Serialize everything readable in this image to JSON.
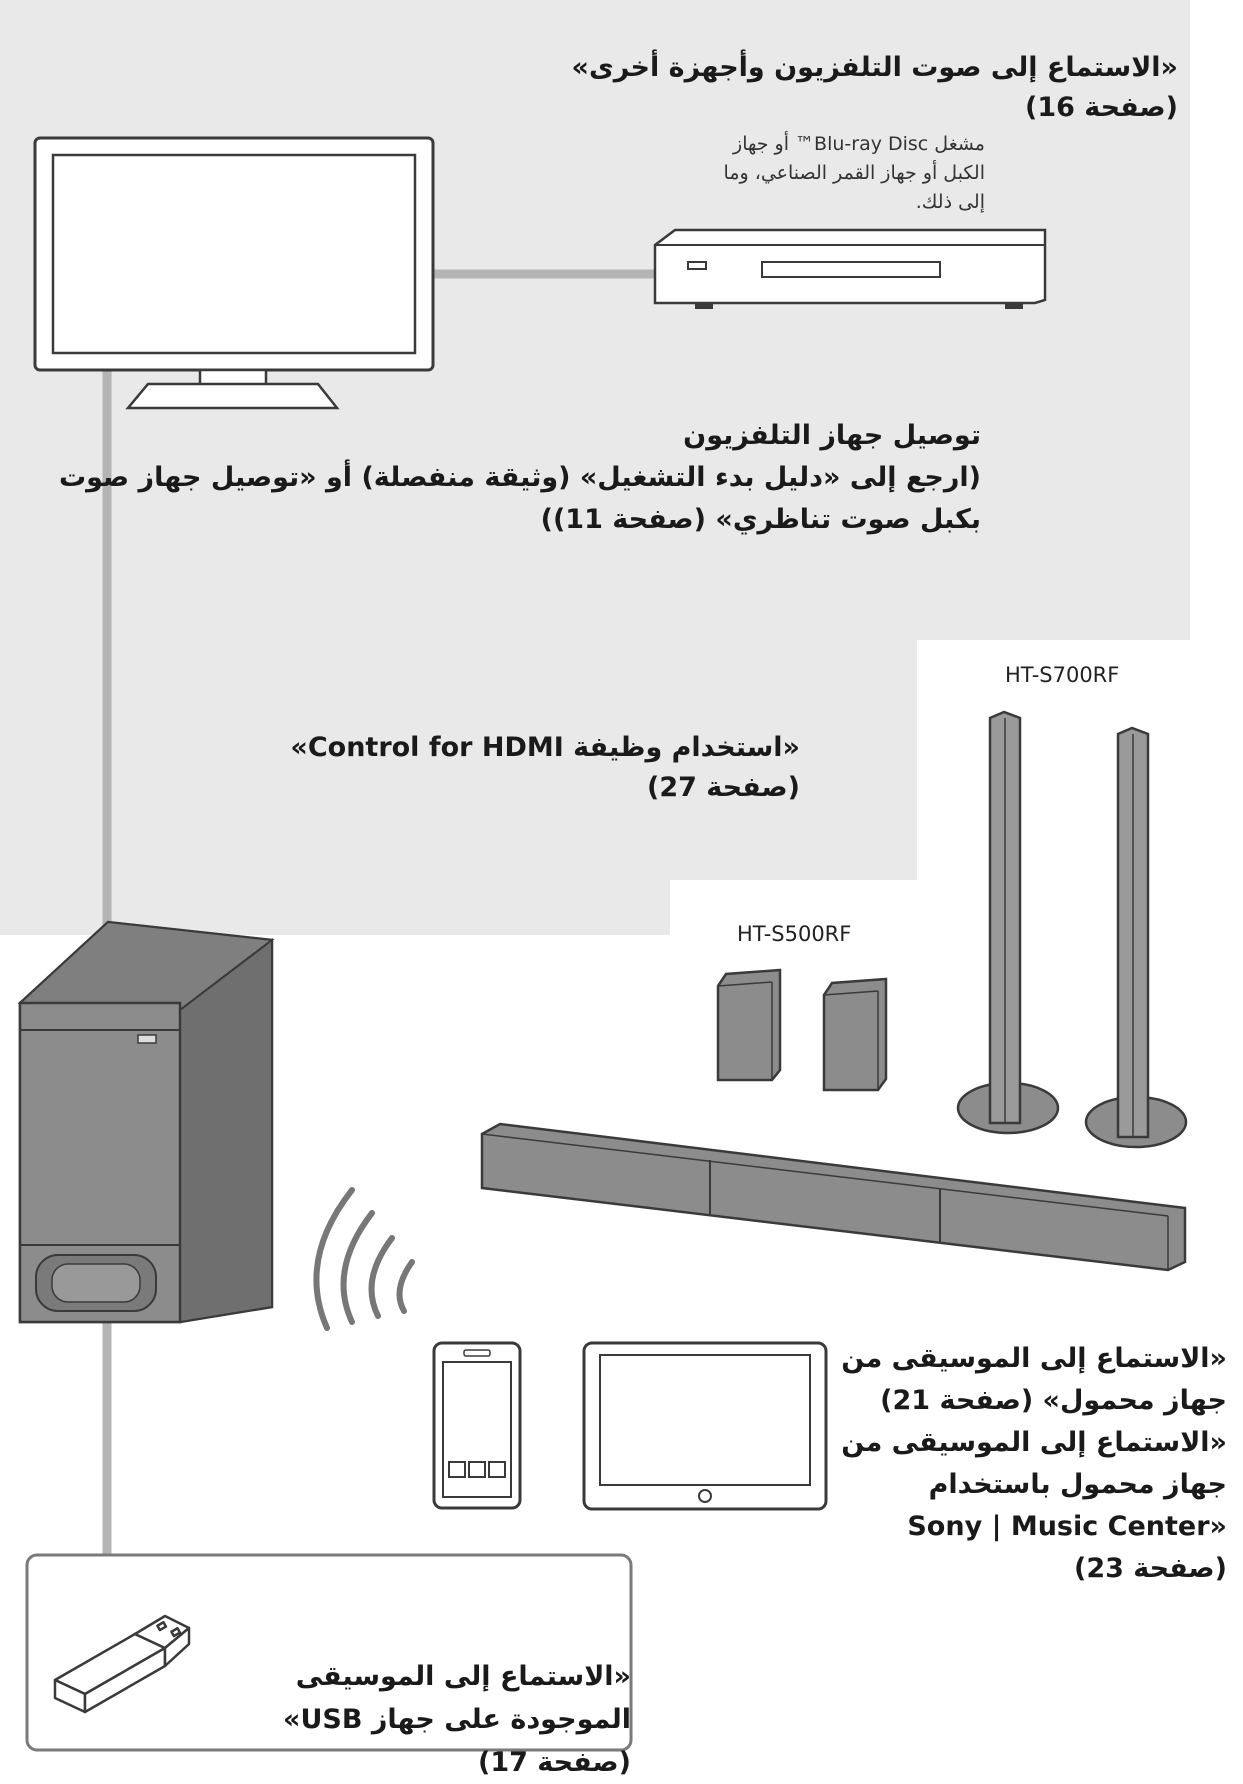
{
  "labels": {
    "tv_audio": {
      "line1": "«الاستماع إلى صوت التلفزيون وأجهزة أخرى»",
      "line2": "(صفحة 16)"
    },
    "player": {
      "line1": "مشغل Blu-ray Disc™ أو جهاز",
      "line2": "الكبل أو جهاز القمر الصناعي، وما",
      "line3": "إلى ذلك."
    },
    "connect_tv": {
      "line1": "توصيل جهاز التلفزيون",
      "line2": "(ارجع إلى «دليل بدء التشغيل» (وثيقة منفصلة) أو «توصيل جهاز صوت",
      "line3": "بكبل صوت تناظري» (صفحة 11))"
    },
    "hdmi": {
      "line1": "«استخدام وظيفة Control for HDMI»",
      "line2": "(صفحة 27)"
    },
    "mobile": {
      "line1": "«الاستماع إلى الموسيقى من",
      "line2": "جهاز محمول» (صفحة 21)",
      "line3": "«الاستماع إلى الموسيقى من",
      "line4": "جهاز محمول باستخدام",
      "line5": "«Sony | Music Center",
      "line6": "(صفحة 23)"
    },
    "usb": {
      "line1": "«الاستماع إلى الموسيقى",
      "line2": "الموجودة على جهاز USB»",
      "line3": "(صفحة 17)"
    }
  },
  "models": {
    "tall": "HT-S700RF",
    "short": "HT-S500RF"
  },
  "colors": {
    "panel": "#e9e9e9",
    "cable": "#b4b4b4",
    "device_gray": "#8c8c8c",
    "outline": "#3a3a3a"
  },
  "icons": [
    "tv-icon",
    "disc-player-icon",
    "subwoofer-icon",
    "tall-speaker-icon",
    "small-speaker-icon",
    "soundbar-icon",
    "smartphone-icon",
    "tablet-icon",
    "wireless-signal-icon",
    "usb-drive-icon"
  ]
}
